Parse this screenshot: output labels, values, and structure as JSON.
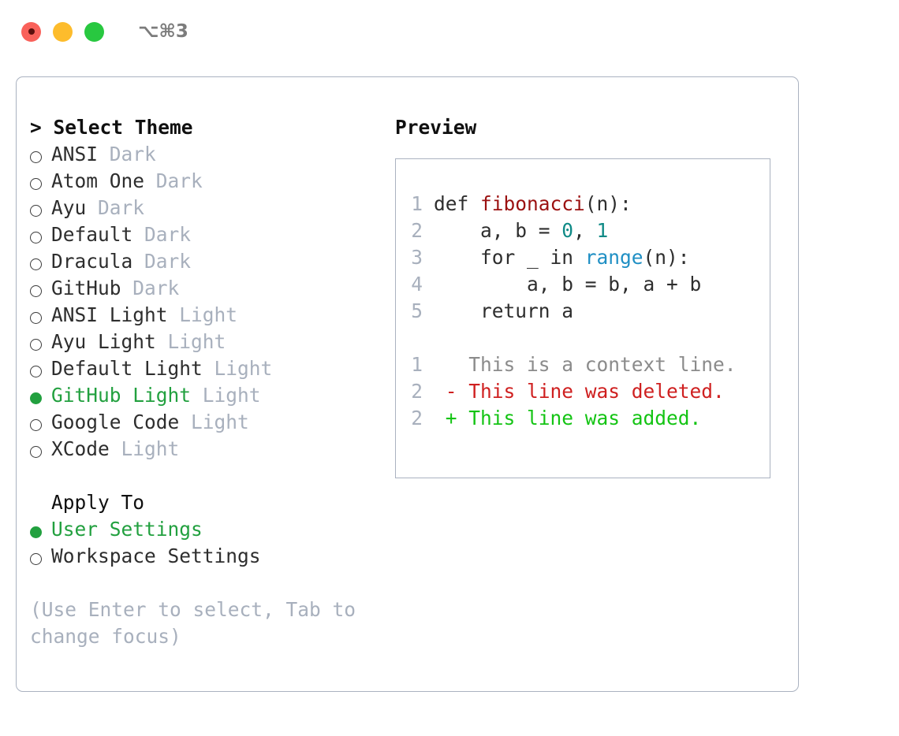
{
  "titlebar": {
    "shortcut": "⌥⌘3",
    "buttons": [
      {
        "name": "close",
        "color": "#f9615a"
      },
      {
        "name": "minimize",
        "color": "#fdbc2c"
      },
      {
        "name": "maximize",
        "color": "#28c840"
      }
    ]
  },
  "colors": {
    "selected_green": "#22a03f",
    "muted": "#a8b0bd",
    "text": "#2e2e2e",
    "border": "#aab2c0",
    "diff_add": "#14c414",
    "diff_del": "#cf2020",
    "keyword_fn": "#9b1111",
    "number": "#0f8a86",
    "call": "#1f8fc4"
  },
  "theme_list": {
    "header": "> Select Theme",
    "items": [
      {
        "marker": "ring",
        "label": "ANSI",
        "suffix": " Dark",
        "selected": false
      },
      {
        "marker": "ring",
        "label": "Atom One",
        "suffix": " Dark",
        "selected": false
      },
      {
        "marker": "ring",
        "label": "Ayu",
        "suffix": " Dark",
        "selected": false
      },
      {
        "marker": "ring",
        "label": "Default",
        "suffix": " Dark",
        "selected": false
      },
      {
        "marker": "ring",
        "label": "Dracula",
        "suffix": " Dark",
        "selected": false
      },
      {
        "marker": "ring",
        "label": "GitHub",
        "suffix": " Dark",
        "selected": false
      },
      {
        "marker": "ring",
        "label": "ANSI Light",
        "suffix": " Light",
        "selected": false
      },
      {
        "marker": "ring",
        "label": "Ayu Light",
        "suffix": " Light",
        "selected": false
      },
      {
        "marker": "ring",
        "label": "Default Light",
        "suffix": " Light",
        "selected": false
      },
      {
        "marker": "disc",
        "label": "GitHub Light",
        "suffix": " Light",
        "selected": true
      },
      {
        "marker": "ring",
        "label": "Google Code",
        "suffix": " Light",
        "selected": false
      },
      {
        "marker": "ring",
        "label": "XCode",
        "suffix": " Light",
        "selected": false
      }
    ]
  },
  "apply_to": {
    "header": "Apply To",
    "items": [
      {
        "marker": "disc",
        "label": "User Settings",
        "suffix": "",
        "selected": true
      },
      {
        "marker": "ring",
        "label": "Workspace Settings",
        "suffix": "",
        "selected": false
      }
    ]
  },
  "hint": "(Use Enter to select, Tab to change focus)",
  "preview": {
    "title": "Preview",
    "code_lines": [
      {
        "no": "1",
        "tokens": [
          {
            "t": "def ",
            "c": "plain"
          },
          {
            "t": "fibonacci",
            "c": "fn"
          },
          {
            "t": "(n):",
            "c": "plain"
          }
        ]
      },
      {
        "no": "2",
        "tokens": [
          {
            "t": "    a, b = ",
            "c": "plain"
          },
          {
            "t": "0",
            "c": "num"
          },
          {
            "t": ", ",
            "c": "plain"
          },
          {
            "t": "1",
            "c": "num"
          }
        ]
      },
      {
        "no": "3",
        "tokens": [
          {
            "t": "    for _ in ",
            "c": "plain"
          },
          {
            "t": "range",
            "c": "call"
          },
          {
            "t": "(n):",
            "c": "plain"
          }
        ]
      },
      {
        "no": "4",
        "tokens": [
          {
            "t": "        a, b = b, a + b",
            "c": "plain"
          }
        ]
      },
      {
        "no": "5",
        "tokens": [
          {
            "t": "    return a",
            "c": "plain"
          }
        ]
      }
    ],
    "diff_lines": [
      {
        "no": "1",
        "tokens": [
          {
            "t": "   This is a context line.",
            "c": "ctx"
          }
        ]
      },
      {
        "no": "2",
        "tokens": [
          {
            "t": " - This line was deleted.",
            "c": "del"
          }
        ]
      },
      {
        "no": "2",
        "tokens": [
          {
            "t": " + This line was added.",
            "c": "add"
          }
        ]
      }
    ]
  }
}
